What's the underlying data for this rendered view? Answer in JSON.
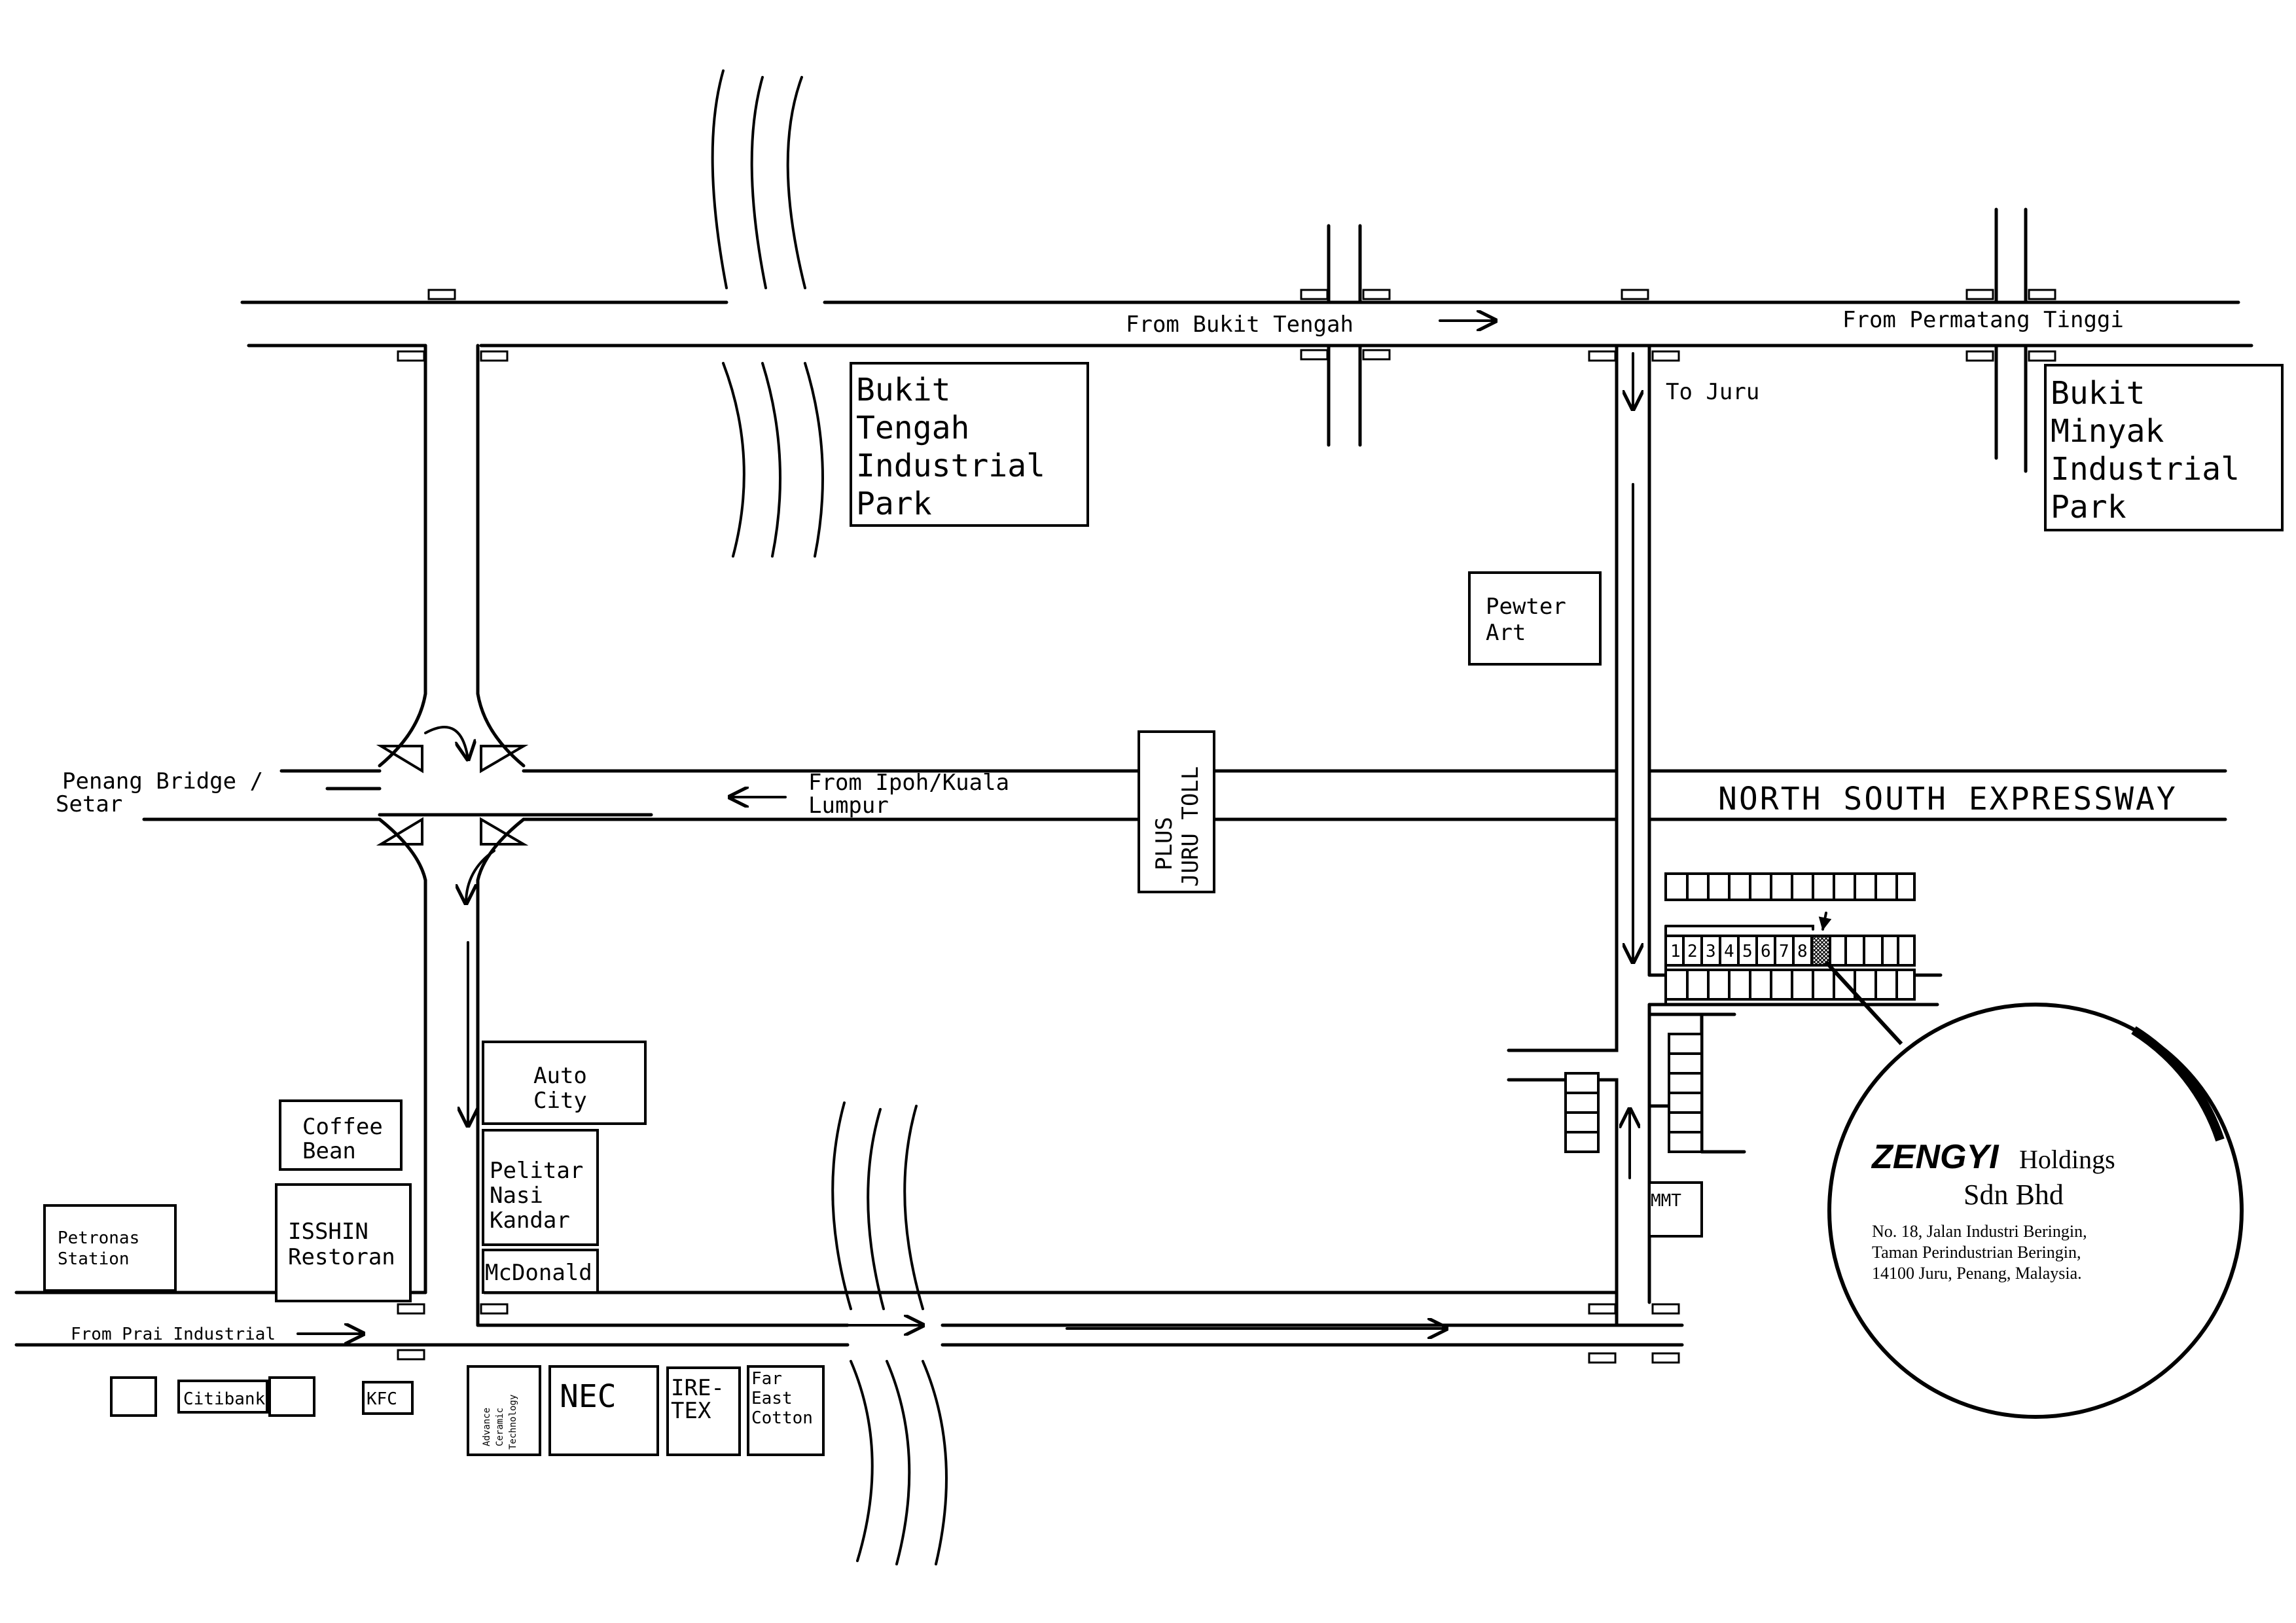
{
  "roads": {
    "from_bukit_tengah": "From Bukit Tengah",
    "from_permatang_tinggi": "From Permatang Tinggi",
    "to_juru": "To Juru",
    "penang_bridge": "Penang Bridge /",
    "setar": "Setar",
    "from_ipoh": "From Ipoh/Kuala",
    "lumpur": "Lumpur",
    "expressway": "NORTH SOUTH EXPRESSWAY",
    "from_prai": "From Prai Industrial"
  },
  "toll": {
    "line1": "PLUS",
    "line2": "JURU TOLL"
  },
  "places": {
    "bukit_tengah": [
      "Bukit",
      "Tengah",
      "Industrial",
      "Park"
    ],
    "bukit_minyak": [
      "Bukit",
      "Minyak",
      "Industrial",
      "Park"
    ],
    "pewter_art": [
      "Pewter",
      "Art"
    ],
    "auto_city": [
      "Auto",
      "City"
    ],
    "coffee_bean": [
      "Coffee",
      "Bean"
    ],
    "pelitar": [
      "Pelitar",
      "Nasi",
      "Kandar"
    ],
    "mcdonald": "McDonald",
    "isshin": [
      "ISSHIN",
      "Restoran"
    ],
    "petronas": [
      "Petronas",
      "Station"
    ],
    "citibank": "Citibank",
    "kfc": "KFC",
    "advance_ceramic": [
      "Advance",
      "Ceramic",
      "Technology"
    ],
    "nec": "NEC",
    "iretex": [
      "IRE-",
      "TEX"
    ],
    "far_east": [
      "Far",
      "East",
      "Cotton"
    ],
    "mmt": "MMT"
  },
  "lot_numbers": [
    "1",
    "2",
    "3",
    "4",
    "5",
    "6",
    "7",
    "8"
  ],
  "company": {
    "logo_text": "ZENGYI",
    "holdings": "Holdings",
    "sdn_bhd": "Sdn Bhd",
    "address_line1": "No. 18, Jalan Industri Beringin,",
    "address_line2": "Taman Perindustrian Beringin,",
    "address_line3": "14100 Juru, Penang, Malaysia."
  }
}
